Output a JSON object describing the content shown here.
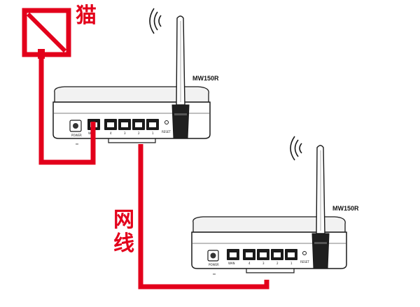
{
  "labels": {
    "modem": "猫",
    "cable_line1": "网",
    "cable_line2": "线"
  },
  "routers": [
    {
      "model": "MW150R",
      "power_label": "POWER",
      "reset_label": "RESET",
      "wan_label": "WAN",
      "lan_port_labels": [
        "4",
        "3",
        "2",
        "1"
      ]
    },
    {
      "model": "MW150R",
      "power_label": "POWER",
      "reset_label": "RESET",
      "wan_label": "WAN",
      "lan_port_labels": [
        "4",
        "3",
        "2",
        "1"
      ]
    }
  ],
  "colors": {
    "cable": "#e3001b",
    "label": "#e3001b",
    "outline": "#1a1a1a"
  },
  "icons": [
    "modem-icon",
    "antenna-icon",
    "wifi-signal-icon"
  ]
}
